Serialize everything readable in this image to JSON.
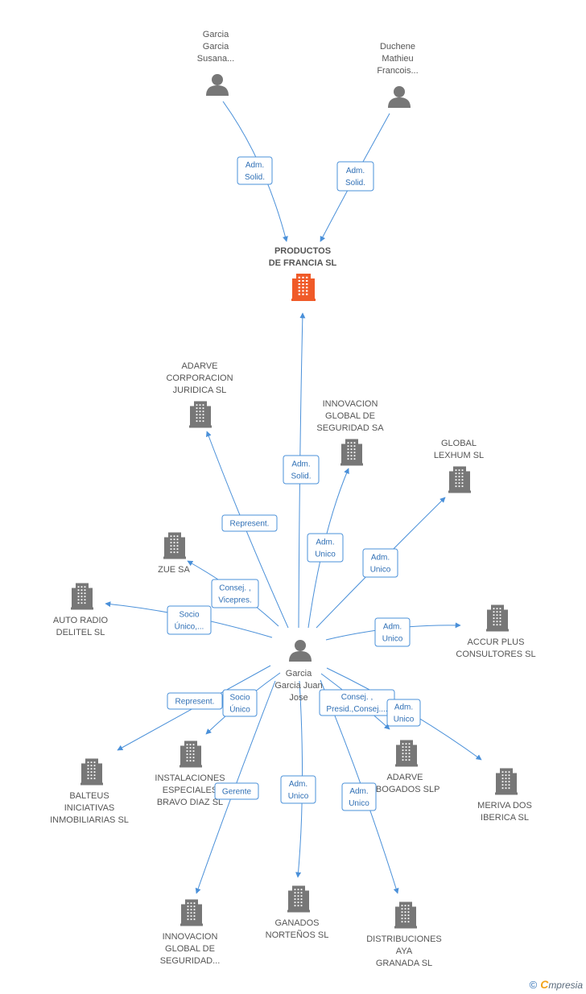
{
  "colors": {
    "edge": "#4a90d9",
    "focus_building": "#f05a28",
    "building": "#777777",
    "person": "#777777"
  },
  "nodes": [
    {
      "id": "n_gs",
      "kind": "person",
      "lines": [
        "Garcia",
        "Garcia",
        "Susana..."
      ]
    },
    {
      "id": "n_dm",
      "kind": "person",
      "lines": [
        "Duchene",
        "Mathieu",
        "Francois..."
      ]
    },
    {
      "id": "n_pf",
      "kind": "focus",
      "lines": [
        "PRODUCTOS",
        "DE FRANCIA SL"
      ]
    },
    {
      "id": "n_adc",
      "kind": "company",
      "lines": [
        "ADARVE",
        "CORPORACION",
        "JURIDICA SL"
      ]
    },
    {
      "id": "n_igs1",
      "kind": "company",
      "lines": [
        "INNOVACION",
        "GLOBAL DE",
        "SEGURIDAD SA"
      ]
    },
    {
      "id": "n_gl",
      "kind": "company",
      "lines": [
        "GLOBAL",
        "LEXHUM  SL"
      ]
    },
    {
      "id": "n_zue",
      "kind": "company",
      "lines": [
        "ZUE SA"
      ]
    },
    {
      "id": "n_ard",
      "kind": "company",
      "lines": [
        "AUTO RADIO",
        "DELITEL  SL"
      ]
    },
    {
      "id": "n_acp",
      "kind": "company",
      "lines": [
        "ACCUR PLUS",
        "CONSULTORES SL"
      ]
    },
    {
      "id": "n_gj",
      "kind": "person",
      "lines": [
        "Garcia",
        "Garcia Juan",
        "Jose"
      ]
    },
    {
      "id": "n_bal",
      "kind": "company",
      "lines": [
        "BALTEUS",
        "INICIATIVAS",
        "INMOBILIARIAS SL"
      ]
    },
    {
      "id": "n_ins",
      "kind": "company",
      "lines": [
        "INSTALACIONES",
        "ESPECIALES",
        "BRAVO DIAZ SL"
      ]
    },
    {
      "id": "n_aab",
      "kind": "company",
      "lines": [
        "ADARVE",
        "ABOGADOS SLP"
      ]
    },
    {
      "id": "n_mer",
      "kind": "company",
      "lines": [
        "MERIVA DOS",
        "IBERICA SL"
      ]
    },
    {
      "id": "n_igs2",
      "kind": "company",
      "lines": [
        "INNOVACION",
        "GLOBAL DE",
        "SEGURIDAD..."
      ]
    },
    {
      "id": "n_gan",
      "kind": "company",
      "lines": [
        "GANADOS",
        "NORTEÑOS SL"
      ]
    },
    {
      "id": "n_dis",
      "kind": "company",
      "lines": [
        "DISTRIBUCIONES",
        "AYA",
        "GRANADA SL"
      ]
    }
  ],
  "edges": [
    {
      "from": "n_gs",
      "to": "n_pf",
      "lines": [
        "Adm.",
        "Solid."
      ]
    },
    {
      "from": "n_dm",
      "to": "n_pf",
      "lines": [
        "Adm.",
        "Solid."
      ]
    },
    {
      "from": "n_gj",
      "to": "n_pf",
      "lines": [
        "Adm.",
        "Solid."
      ]
    },
    {
      "from": "n_gj",
      "to": "n_adc",
      "lines": [
        "Represent."
      ]
    },
    {
      "from": "n_gj",
      "to": "n_igs1",
      "lines": [
        "Adm.",
        "Unico"
      ]
    },
    {
      "from": "n_gj",
      "to": "n_gl",
      "lines": [
        "Adm.",
        "Unico"
      ]
    },
    {
      "from": "n_gj",
      "to": "n_zue",
      "lines": [
        "Consej. ,",
        "Vicepres."
      ]
    },
    {
      "from": "n_gj",
      "to": "n_ard",
      "lines": [
        "Socio",
        "Único,..."
      ]
    },
    {
      "from": "n_gj",
      "to": "n_acp",
      "lines": [
        "Adm.",
        "Unico"
      ]
    },
    {
      "from": "n_gj",
      "to": "n_bal",
      "lines": [
        "Represent."
      ]
    },
    {
      "from": "n_gj",
      "to": "n_ins",
      "lines": [
        "Socio",
        "Único"
      ]
    },
    {
      "from": "n_gj",
      "to": "n_aab",
      "lines": [
        "Consej. ,",
        "Presid.,Consej...."
      ]
    },
    {
      "from": "n_gj",
      "to": "n_mer",
      "lines": [
        "Adm.",
        "Unico"
      ]
    },
    {
      "from": "n_gj",
      "to": "n_igs2",
      "lines": [
        "Gerente"
      ]
    },
    {
      "from": "n_gj",
      "to": "n_gan",
      "lines": [
        "Adm.",
        "Unico"
      ]
    },
    {
      "from": "n_gj",
      "to": "n_dis",
      "lines": [
        "Adm.",
        "Unico"
      ]
    }
  ],
  "footer": {
    "copyright": "©",
    "brand_initial": "C",
    "brand_rest": "mpresia"
  }
}
